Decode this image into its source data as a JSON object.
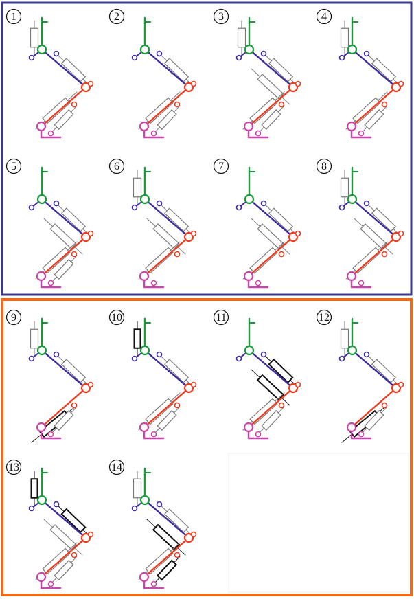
{
  "colors": {
    "group_a_frame": "#3b3a8f",
    "group_b_frame": "#ee6a1e",
    "torso": "#1a9a3a",
    "thigh": "#3c2c9c",
    "shank": "#ee3b1f",
    "foot": "#cc44aa",
    "muscle": "#777777",
    "muscle_active": "#111111"
  },
  "groups": [
    {
      "name": "group-a",
      "panels": [
        {
          "label": "1",
          "active": [],
          "lowerGray": true,
          "midGray": false,
          "hipBox": true
        },
        {
          "label": "2",
          "active": [],
          "lowerGray": true,
          "midGray": false,
          "hipBox": false
        },
        {
          "label": "3",
          "active": [],
          "lowerGray": true,
          "midGray": true,
          "hipBox": true
        },
        {
          "label": "4",
          "active": [],
          "lowerGray": true,
          "midGray": false,
          "hipBox": true
        },
        {
          "label": "5",
          "active": [],
          "lowerGray": true,
          "midGray": true,
          "hipBox": false
        },
        {
          "label": "6",
          "active": [],
          "lowerGray": false,
          "midGray": true,
          "hipBox": true
        },
        {
          "label": "7",
          "active": [],
          "lowerGray": false,
          "midGray": true,
          "hipBox": false
        },
        {
          "label": "8",
          "active": [],
          "lowerGray": false,
          "midGray": true,
          "hipBox": true
        }
      ]
    },
    {
      "name": "group-b",
      "panels": [
        {
          "label": "9",
          "active": [
            "long"
          ],
          "lowerGray": true,
          "midGray": false,
          "hipBox": true
        },
        {
          "label": "10",
          "active": [
            "hip"
          ],
          "lowerGray": true,
          "midGray": false,
          "hipBox": true
        },
        {
          "label": "11",
          "active": [
            "thighTop",
            "thighLow"
          ],
          "lowerGray": true,
          "midGray": true,
          "hipBox": false
        },
        {
          "label": "12",
          "active": [
            "long"
          ],
          "lowerGray": true,
          "midGray": false,
          "hipBox": true
        },
        {
          "label": "13",
          "active": [
            "hip",
            "thighTop"
          ],
          "lowerGray": true,
          "midGray": true,
          "hipBox": true
        },
        {
          "label": "14",
          "active": [
            "thighLow",
            "lower"
          ],
          "lowerGray": true,
          "midGray": true,
          "hipBox": true
        }
      ]
    }
  ]
}
